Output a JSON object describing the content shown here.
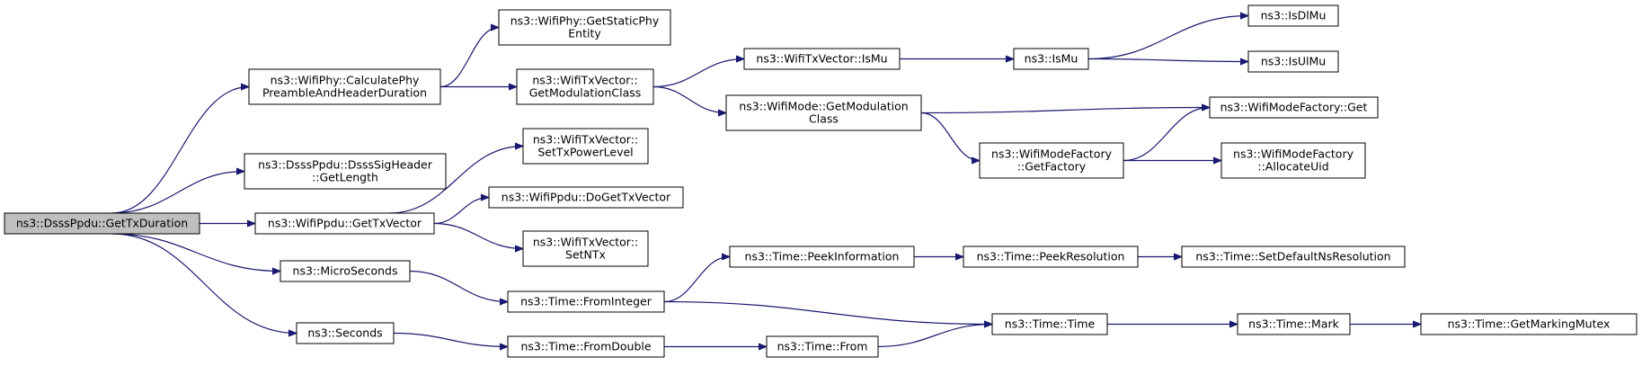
{
  "diagram": {
    "title": "",
    "nodes": [
      {
        "id": "root",
        "lines": [
          "ns3::DsssPpdu::GetTxDuration"
        ],
        "highlighted": true
      },
      {
        "id": "calcphy",
        "lines": [
          "ns3::WifiPhy::CalculatePhy",
          "PreambleAndHeaderDuration"
        ]
      },
      {
        "id": "sigheader",
        "lines": [
          "ns3::DsssPpdu::DsssSigHeader",
          "::GetLength"
        ]
      },
      {
        "id": "ppdu_gettx",
        "lines": [
          "ns3::WifiPpdu::GetTxVector"
        ]
      },
      {
        "id": "microseconds",
        "lines": [
          "ns3::MicroSeconds"
        ]
      },
      {
        "id": "seconds",
        "lines": [
          "ns3::Seconds"
        ]
      },
      {
        "id": "staticphy",
        "lines": [
          "ns3::WifiPhy::GetStaticPhy",
          "Entity"
        ]
      },
      {
        "id": "txv_getmod",
        "lines": [
          "ns3::WifiTxVector::",
          "GetModulationClass"
        ]
      },
      {
        "id": "settxpower",
        "lines": [
          "ns3::WifiTxVector::",
          "SetTxPowerLevel"
        ]
      },
      {
        "id": "dogettx",
        "lines": [
          "ns3::WifiPpdu::DoGetTxVector"
        ]
      },
      {
        "id": "setntx",
        "lines": [
          "ns3::WifiTxVector::",
          "SetNTx"
        ]
      },
      {
        "id": "fromint",
        "lines": [
          "ns3::Time::FromInteger"
        ]
      },
      {
        "id": "fromdouble",
        "lines": [
          "ns3::Time::FromDouble"
        ]
      },
      {
        "id": "txv_ismu",
        "lines": [
          "ns3::WifiTxVector::IsMu"
        ]
      },
      {
        "id": "mode_getmod",
        "lines": [
          "ns3::WifiMode::GetModulation",
          "Class"
        ]
      },
      {
        "id": "peekinfo",
        "lines": [
          "ns3::Time::PeekInformation"
        ]
      },
      {
        "id": "timefrom",
        "lines": [
          "ns3::Time::From"
        ]
      },
      {
        "id": "ismu",
        "lines": [
          "ns3::IsMu"
        ]
      },
      {
        "id": "getfactory",
        "lines": [
          "ns3::WifiModeFactory",
          "::GetFactory"
        ]
      },
      {
        "id": "peekres",
        "lines": [
          "ns3::Time::PeekResolution"
        ]
      },
      {
        "id": "timetime",
        "lines": [
          "ns3::Time::Time"
        ]
      },
      {
        "id": "isdlmu",
        "lines": [
          "ns3::IsDlMu"
        ]
      },
      {
        "id": "isulmu",
        "lines": [
          "ns3::IsUlMu"
        ]
      },
      {
        "id": "factoryget",
        "lines": [
          "ns3::WifiModeFactory::Get"
        ]
      },
      {
        "id": "allocuid",
        "lines": [
          "ns3::WifiModeFactory",
          "::AllocateUid"
        ]
      },
      {
        "id": "setdefault",
        "lines": [
          "ns3::Time::SetDefaultNsResolution"
        ]
      },
      {
        "id": "timemark",
        "lines": [
          "ns3::Time::Mark"
        ]
      },
      {
        "id": "getmarking",
        "lines": [
          "ns3::Time::GetMarkingMutex"
        ]
      }
    ],
    "edges": [
      [
        "root",
        "calcphy"
      ],
      [
        "root",
        "sigheader"
      ],
      [
        "root",
        "ppdu_gettx"
      ],
      [
        "root",
        "microseconds"
      ],
      [
        "root",
        "seconds"
      ],
      [
        "calcphy",
        "staticphy"
      ],
      [
        "calcphy",
        "txv_getmod"
      ],
      [
        "ppdu_gettx",
        "settxpower"
      ],
      [
        "ppdu_gettx",
        "dogettx"
      ],
      [
        "ppdu_gettx",
        "setntx"
      ],
      [
        "microseconds",
        "fromint"
      ],
      [
        "seconds",
        "fromdouble"
      ],
      [
        "txv_getmod",
        "txv_ismu"
      ],
      [
        "txv_getmod",
        "mode_getmod"
      ],
      [
        "txv_ismu",
        "ismu"
      ],
      [
        "ismu",
        "isdlmu"
      ],
      [
        "ismu",
        "isulmu"
      ],
      [
        "mode_getmod",
        "factoryget"
      ],
      [
        "mode_getmod",
        "getfactory"
      ],
      [
        "getfactory",
        "factoryget"
      ],
      [
        "getfactory",
        "allocuid"
      ],
      [
        "fromint",
        "peekinfo"
      ],
      [
        "fromint",
        "timetime"
      ],
      [
        "peekinfo",
        "peekres"
      ],
      [
        "peekres",
        "setdefault"
      ],
      [
        "fromdouble",
        "timefrom"
      ],
      [
        "timefrom",
        "timetime"
      ],
      [
        "timetime",
        "timemark"
      ],
      [
        "timemark",
        "getmarking"
      ]
    ]
  }
}
